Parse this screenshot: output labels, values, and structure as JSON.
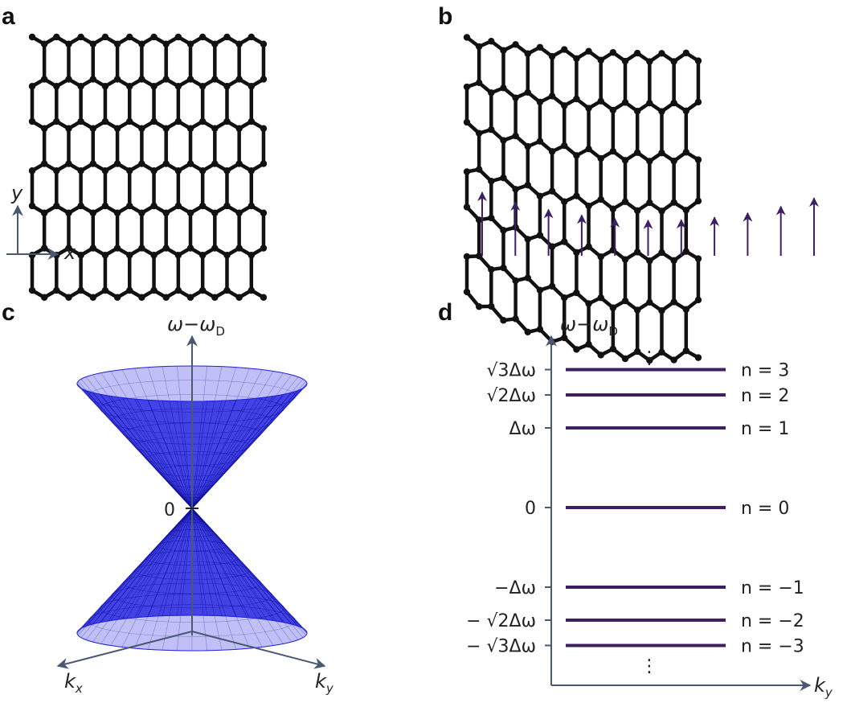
{
  "panels": {
    "a": {
      "label": "a",
      "x_axis": "x",
      "y_axis": "y"
    },
    "b": {
      "label": "b",
      "force_arrows": 11
    },
    "c": {
      "label": "c",
      "vertical_axis": "ω−ω",
      "vertical_axis_sub": "D",
      "origin": "0",
      "kx": "k",
      "kx_sub": "x",
      "ky": "k",
      "ky_sub": "y"
    },
    "d": {
      "label": "d",
      "vertical_axis": "ω−ω",
      "vertical_axis_sub": "D",
      "horizontal_axis": "k",
      "horizontal_axis_sub": "y",
      "ellipsis_top": "⋮",
      "ellipsis_bottom": "⋮"
    }
  },
  "colors": {
    "lattice": "#111111",
    "arrow": "#3d1f63",
    "cone": "#2222e0",
    "level": "#3d1f63",
    "axis": "#4a5870"
  },
  "chart_data": {
    "type": "line",
    "title": "",
    "ylabel": "ω−ω_D",
    "xlabel": "k_y",
    "levels": [
      {
        "n": 3,
        "energy": "√3Δω",
        "level_label": "n = 3"
      },
      {
        "n": 2,
        "energy": "√2Δω",
        "level_label": "n = 2"
      },
      {
        "n": 1,
        "energy": "Δω",
        "level_label": "n = 1"
      },
      {
        "n": 0,
        "energy": "0",
        "level_label": "n = 0"
      },
      {
        "n": -1,
        "energy": "−Δω",
        "level_label": "n = −1"
      },
      {
        "n": -2,
        "energy": "− √2Δω",
        "level_label": "n = −2"
      },
      {
        "n": -3,
        "energy": "− √3Δω",
        "level_label": "n = −3"
      }
    ]
  }
}
